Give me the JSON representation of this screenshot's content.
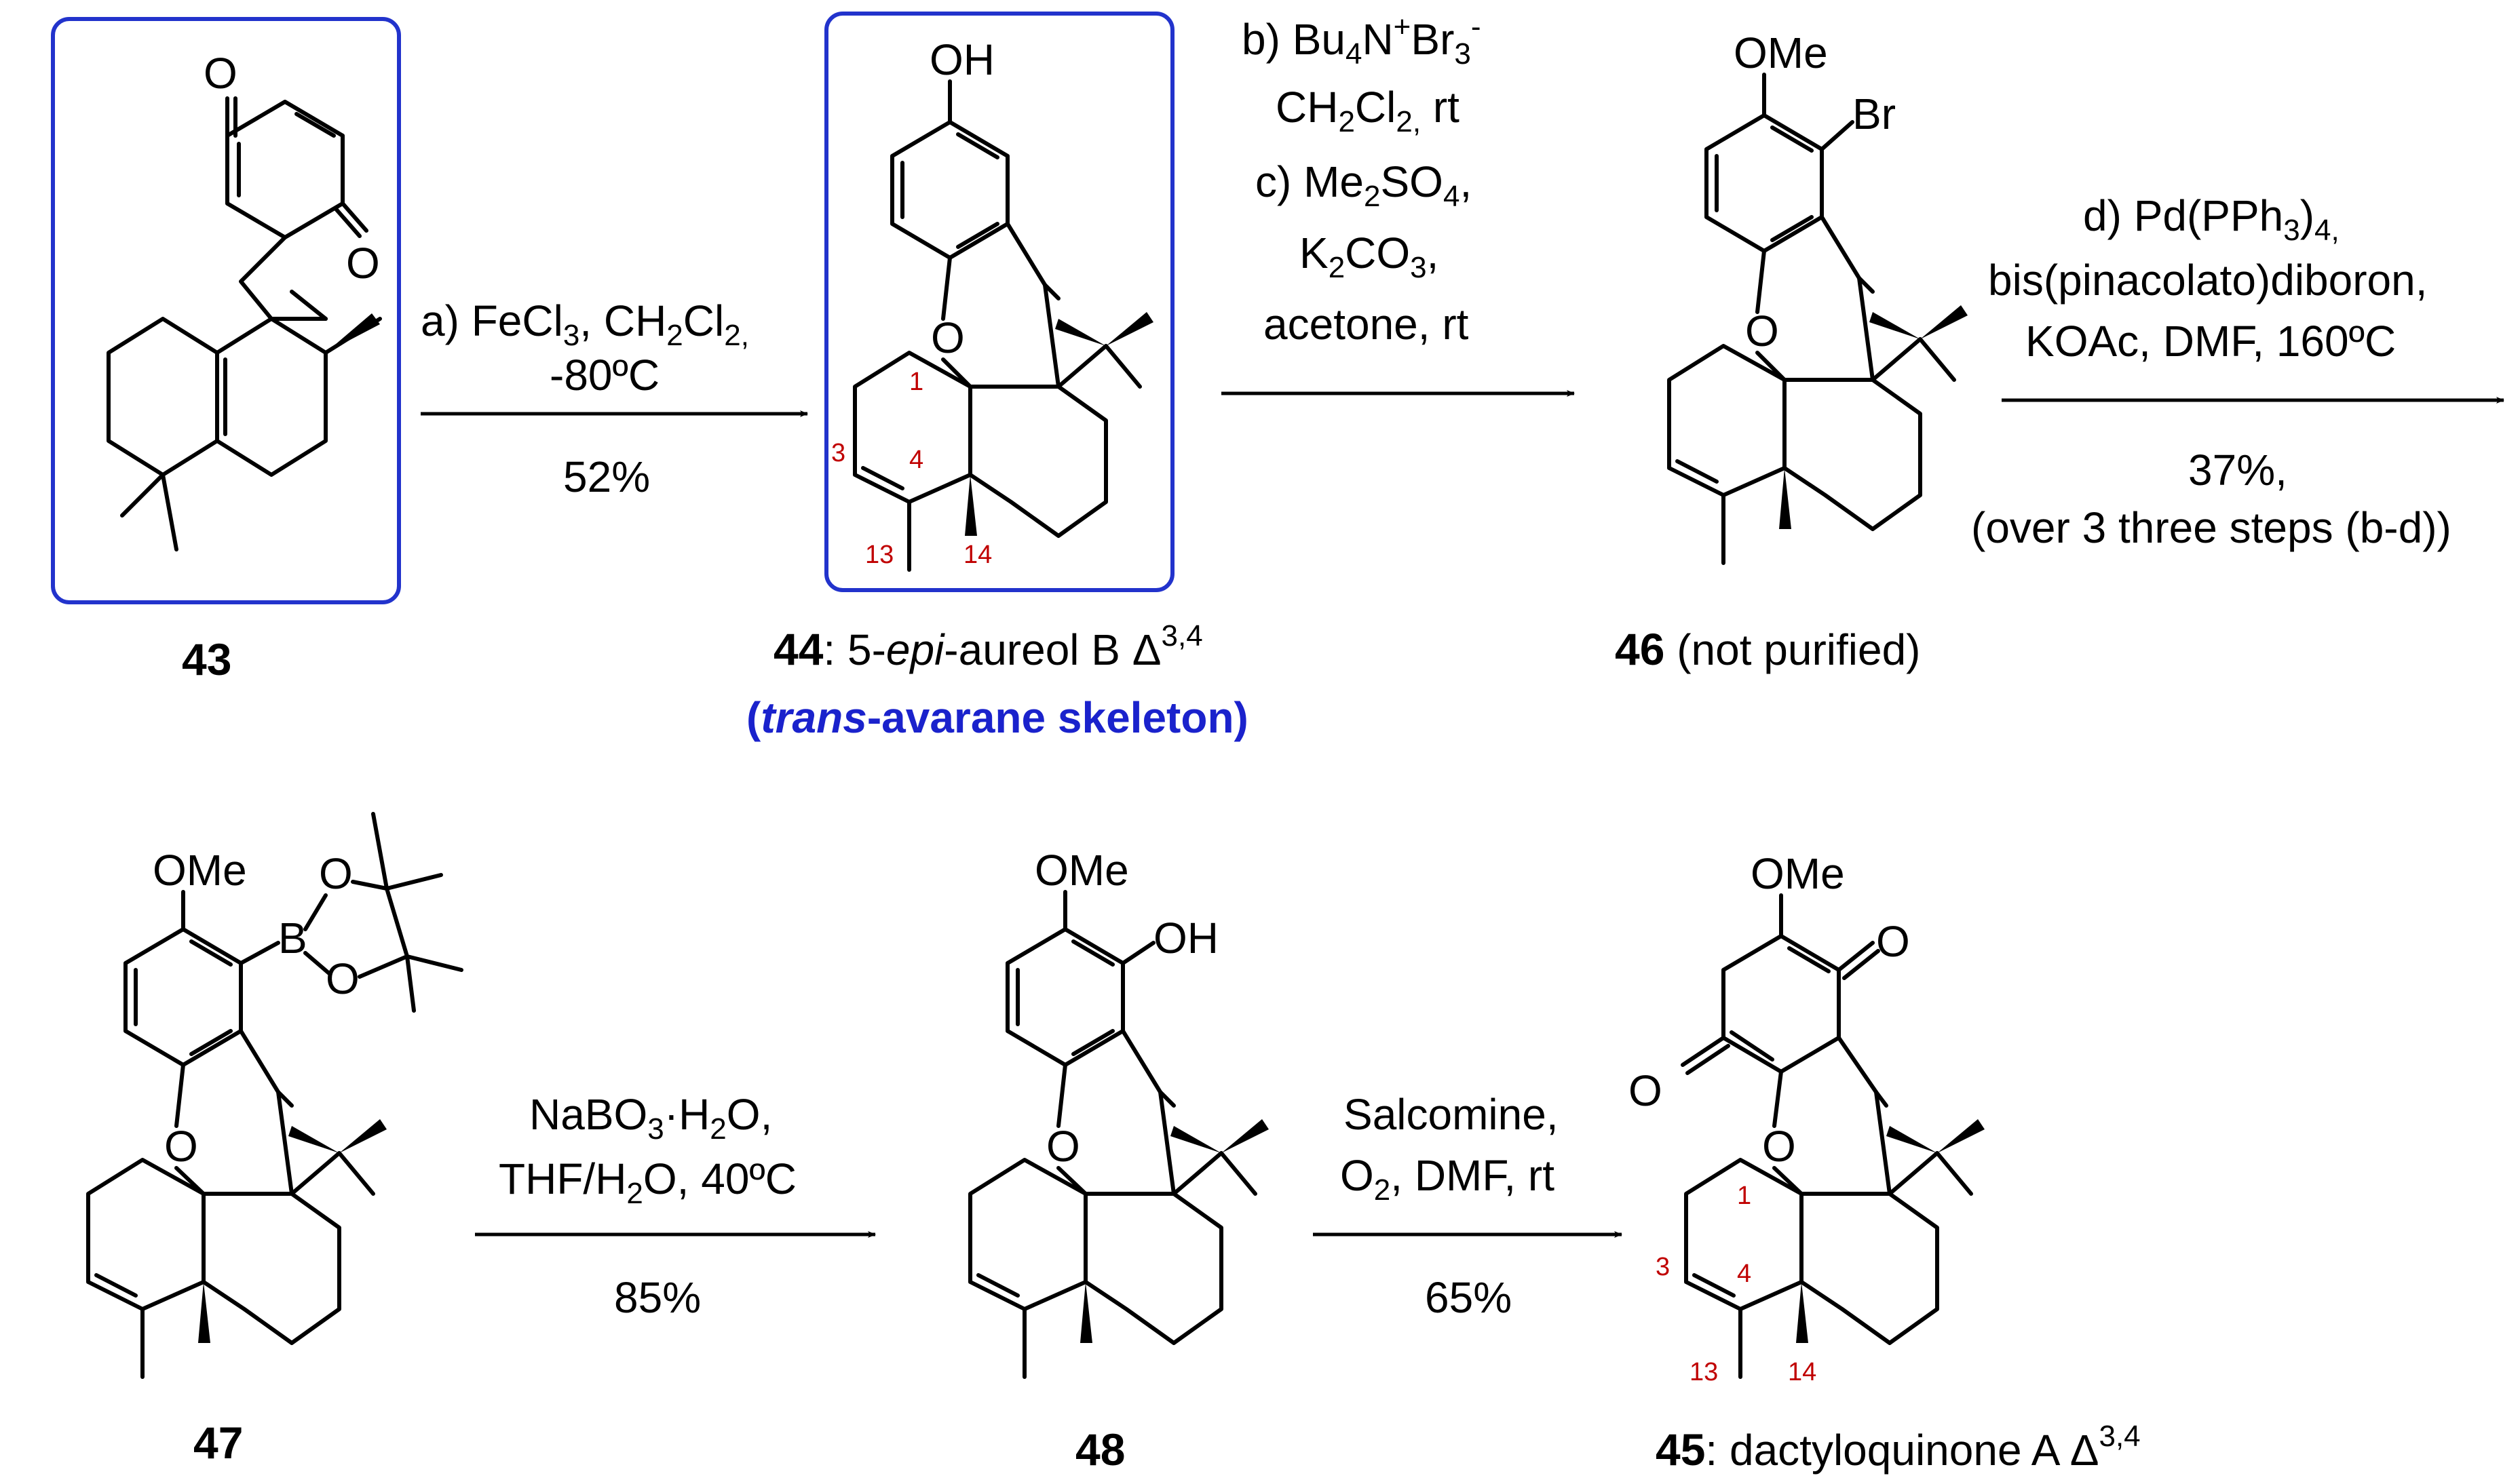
{
  "compounds": {
    "c43": {
      "label": "43"
    },
    "c44": {
      "label_num": "44",
      "label_rest_a": ": 5-",
      "label_italic": "epi",
      "label_rest_b": "-aureol B Δ",
      "label_sup": "3,4",
      "note_pre": "(",
      "note_italic": "trans",
      "note_rest": "-avarane skeleton)",
      "numbering": [
        "1",
        "3",
        "4",
        "13",
        "14"
      ]
    },
    "c46": {
      "label_num": "46",
      "label_rest": " (not purified)"
    },
    "c47": {
      "label": "47"
    },
    "c48": {
      "label": "48"
    },
    "c45": {
      "label_num": "45",
      "label_rest": ": dactyloquinone A Δ",
      "label_sup": "3,4",
      "numbering": [
        "1",
        "3",
        "4",
        "13",
        "14"
      ]
    }
  },
  "atoms": {
    "O": "O",
    "OH": "OH",
    "OMe": "OMe",
    "Br": "Br",
    "B": "B"
  },
  "steps": {
    "a": {
      "line1": "a) FeCl",
      "line1_sub": "3",
      "line1_b": ", CH",
      "line1_sub2": "2",
      "line1_c": "Cl",
      "line1_sub3": "2,",
      "line2": "-80ºC",
      "yield": "52%"
    },
    "bc": {
      "b_pre": "b) Bu",
      "b_sub1": "4",
      "b_mid": "N",
      "b_sup1": "+",
      "b_mid2": "Br",
      "b_sub2": "3",
      "b_sup2": "-",
      "b2_pre": "CH",
      "b2_sub1": "2",
      "b2_mid": "Cl",
      "b2_sub2": "2,",
      "b2_end": " rt",
      "c_pre": "c) Me",
      "c_sub1": "2",
      "c_mid": "SO",
      "c_sub2": "4",
      "c_end": ",",
      "c2_pre": "K",
      "c2_sub1": "2",
      "c2_mid": "CO",
      "c2_sub2": "3",
      "c2_end": ",",
      "c3": "acetone, rt"
    },
    "d": {
      "line1_pre": "d) Pd(PPh",
      "line1_sub": "3",
      "line1_mid": ")",
      "line1_sub2": "4,",
      "line2": "bis(pinacolato)diboron,",
      "line3": "KOAc, DMF,  160ºC",
      "yield": "37%,",
      "yield_note": "(over 3 three steps (b-d))"
    },
    "e": {
      "line1_pre": "NaBO",
      "line1_sub": "3",
      "line1_dot": "·",
      "line1_end": "H",
      "line1_sub2": "2",
      "line1_end2": "O,",
      "line2_pre": "THF/H",
      "line2_sub": "2",
      "line2_end": "O, 40ºC",
      "yield": "85%"
    },
    "f": {
      "line1": "Salcomine,",
      "line2_pre": "O",
      "line2_sub": "2",
      "line2_end": ", DMF,  rt",
      "yield": "65%"
    }
  }
}
